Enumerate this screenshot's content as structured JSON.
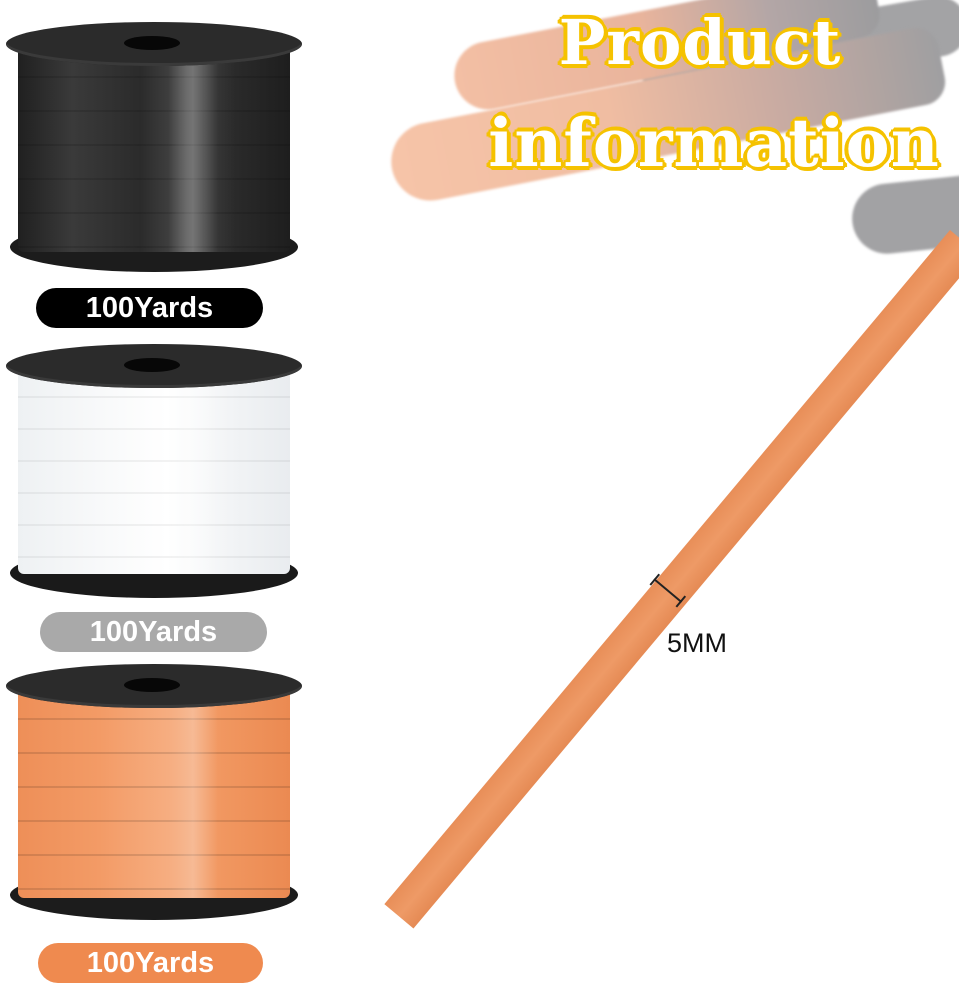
{
  "header": {
    "title_line_1": "Product",
    "title_line_2": "information",
    "title_fill_color": "#ffffff",
    "title_outline_color": "#f5c200"
  },
  "decor": {
    "brush_colors": [
      "#f3bfa4",
      "#a3a3a5"
    ],
    "ribbon_color": "#ec9560"
  },
  "measurement": {
    "ribbon_width_label": "5MM"
  },
  "products": [
    {
      "color_name": "black",
      "spool_color": "#2b2b2b",
      "length_label": "100Yards",
      "label_bg": "#000000"
    },
    {
      "color_name": "white",
      "spool_color": "#f8f9fa",
      "length_label": "100Yards",
      "label_bg": "#a9a9a9"
    },
    {
      "color_name": "orange",
      "spool_color": "#f39b66",
      "length_label": "100Yards",
      "label_bg": "#ef8a4f"
    }
  ]
}
